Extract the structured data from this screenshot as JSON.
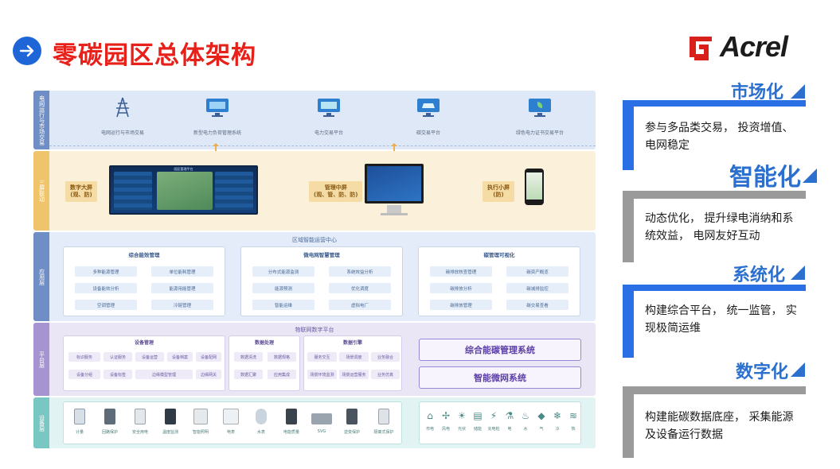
{
  "header": {
    "title": "零碳园区总体架构",
    "logo_text": "Acrel"
  },
  "diagram": {
    "band1": {
      "label": "电网运行与市场交易",
      "nodes": [
        "电网运行与市场交易",
        "新型电力负荷管理系统",
        "电力交易平台",
        "碳交易平台",
        "绿色电力证书交易平台"
      ]
    },
    "band2": {
      "label": "三屏联动",
      "screen_title": "园区管理平台",
      "tags": [
        {
          "line1": "数字大屏",
          "line2": "(观、防)"
        },
        {
          "line1": "管理中屏",
          "line2": "(观、管、防、防)"
        },
        {
          "line1": "执行小屏",
          "line2": "(防)"
        }
      ]
    },
    "band3": {
      "label": "应用层",
      "title": "区域智能运营中心",
      "panels": [
        {
          "title": "综合能效管理",
          "items": [
            "多种能源管理",
            "单位能耗管理",
            "设备能效分析",
            "能源用能管理",
            "空调管理",
            "冷链管理"
          ]
        },
        {
          "title": "微电网智慧管理",
          "items": [
            "分布式能源监测",
            "系统效益分析",
            "能源预测",
            "优化调度",
            "智能运维",
            "虚拟电厂"
          ]
        },
        {
          "title": "碳管理可视化",
          "items": [
            "碳排放核查管理",
            "碳资产概览",
            "碳排放分析",
            "碳减排监控",
            "碳排放管理",
            "碳交易查看"
          ]
        }
      ]
    },
    "band4": {
      "label": "平台层",
      "title": "物联网数字平台",
      "boxes": [
        {
          "title": "设备管理",
          "items": [
            "标识服务",
            "认证服务",
            "设备运营",
            "设备档案",
            "设备配网",
            "设备分组",
            "设备标签",
            "边缘模型管理",
            "边缘网关"
          ]
        },
        {
          "title": "数据处理",
          "items": [
            "数据清洗",
            "数据规格",
            "数据汇聚",
            "应用集成"
          ]
        },
        {
          "title": "数据引擎",
          "items": [
            "服务交互",
            "场景调度",
            "业务融合",
            "场景环境监测",
            "场景运营服务",
            "业务仿真"
          ]
        }
      ],
      "systems": [
        "综合能碳管理系统",
        "智能微网系统"
      ]
    },
    "band5": {
      "label": "设备层",
      "devices": [
        "计量",
        "回路保护",
        "安全用电",
        "温度监测",
        "智能照明",
        "电表",
        "水表",
        "电能质量",
        "SVG",
        "逆变保护",
        "隔离式保护"
      ],
      "energy": [
        {
          "glyph": "⌂",
          "label": "市电"
        },
        {
          "glyph": "✢",
          "label": "风电"
        },
        {
          "glyph": "☀",
          "label": "光伏"
        },
        {
          "glyph": "▤",
          "label": "储能"
        },
        {
          "glyph": "⚡",
          "label": "充电桩"
        },
        {
          "glyph": "⚗",
          "label": "电"
        },
        {
          "glyph": "♨",
          "label": "水"
        },
        {
          "glyph": "◆",
          "label": "气"
        },
        {
          "glyph": "❄",
          "label": "冷"
        },
        {
          "glyph": "≋",
          "label": "热"
        }
      ]
    }
  },
  "right": [
    {
      "title": "市场化",
      "desc": "参与多品类交易， 投资增值、电网稳定"
    },
    {
      "title": "智能化",
      "desc": "动态优化， 提升绿电消纳和系统效益， 电网友好互动"
    },
    {
      "title": "系统化",
      "desc": "构建综合平台， 统一监管， 实现极简运维"
    },
    {
      "title": "数字化",
      "desc": "构建能碳数据底座， 采集能源及设备运行数据"
    }
  ],
  "colors": {
    "title_red": "#e8201a",
    "brand_blue": "#2a6fe3",
    "card_gray": "#9a9a9a"
  }
}
